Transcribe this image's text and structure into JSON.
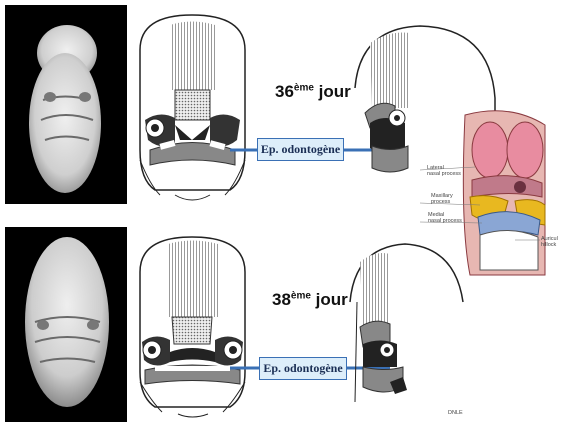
{
  "stages": [
    {
      "day_number": "36",
      "day_sup": "ème",
      "day_suffix": " jour",
      "box_label": "Ep. odontogène"
    },
    {
      "day_number": "38",
      "day_sup": "ème",
      "day_suffix": " jour",
      "box_label": "Ep. odontogène"
    }
  ],
  "illustration": {
    "labels": {
      "lateral": "Lateral\nnasal process",
      "maxillary": "Maxillary\nprocess",
      "medial": "Medial\nnasal process",
      "auricular": "Auricul\nhillock",
      "credit": "DNLE"
    }
  },
  "colors": {
    "connector": "#3a70b5",
    "box_fill": "#ddeefa",
    "maxillary": "#e8b820",
    "medial": "#8aa6d4",
    "nasal": "#e18aa0"
  }
}
